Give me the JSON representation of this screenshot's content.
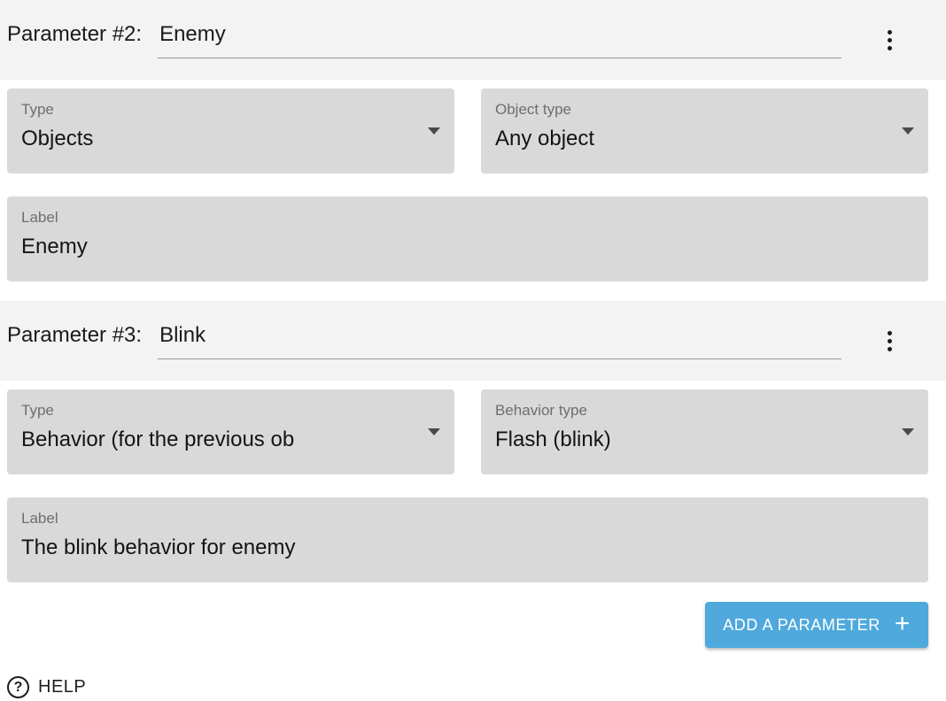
{
  "parameters": [
    {
      "title": "Parameter #2:",
      "name": "Enemy",
      "type": {
        "label": "Type",
        "value": "Objects"
      },
      "subtype": {
        "label": "Object type",
        "value": "Any object"
      },
      "caption": {
        "label": "Label",
        "value": "Enemy"
      }
    },
    {
      "title": "Parameter #3:",
      "name": "Blink",
      "type": {
        "label": "Type",
        "value": "Behavior (for the previous ob"
      },
      "subtype": {
        "label": "Behavior type",
        "value": "Flash (blink)"
      },
      "caption": {
        "label": "Label",
        "value": "The blink behavior for enemy"
      }
    }
  ],
  "actions": {
    "add_parameter": {
      "label": "ADD A PARAMETER",
      "icon": "plus-icon",
      "icon_glyph": "+"
    }
  },
  "footer": {
    "help": {
      "label": "HELP",
      "icon": "help-circle-icon",
      "icon_glyph": "?"
    }
  },
  "icons": {
    "parameter_menu": "kebab-menu-icon",
    "select_caret": "caret-down-icon"
  },
  "colors": {
    "accent": "#4FA9DC",
    "field_background": "#D9D9D9",
    "header_background": "#F3F3F3",
    "text_primary": "#1A1A1A",
    "text_secondary": "#6E6E6E"
  }
}
